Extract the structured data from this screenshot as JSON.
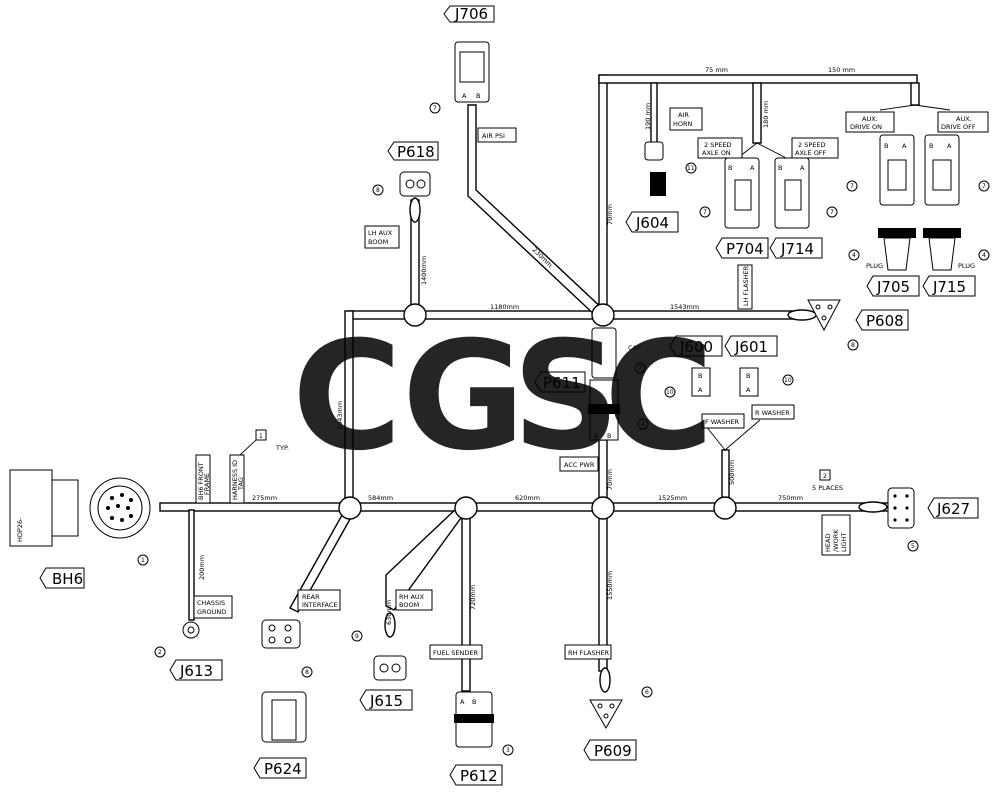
{
  "tags": {
    "J706": "J706",
    "P618": "P618",
    "J604": "J604",
    "P704": "P704",
    "J714": "J714",
    "J705": "J705",
    "J715": "J715",
    "P608": "P608",
    "J600": "J600",
    "J601": "J601",
    "P611": "P611",
    "J627": "J627",
    "BH6": "BH6",
    "J613": "J613",
    "P624": "P624",
    "J615": "J615",
    "P612": "P612",
    "P609": "P609"
  },
  "labels": {
    "air_pgi": "AIR PSI",
    "lh_aux_boom": [
      "LH AUX",
      "BOOM"
    ],
    "air_horn": [
      "AIR",
      "HORN"
    ],
    "two_speed_on": [
      "2 SPEED",
      "AXLE ON"
    ],
    "two_speed_off": [
      "2 SPEED",
      "AXLE OFF"
    ],
    "aux_drive_on": [
      "AUX.",
      "DRIVE ON"
    ],
    "aux_drive_off": [
      "AUX.",
      "DRIVE OFF"
    ],
    "plug_l": "PLUG",
    "plug_r": "PLUG",
    "lh_flasher": "LH FLASHER",
    "cap": "CAP",
    "f_washer": "F WASHER",
    "r_washer": "R WASHER",
    "acc_pwr": "ACC PWR",
    "typ": "TYP.",
    "bh6_front_frame": [
      "BH6 FRONT",
      "FRAME"
    ],
    "harness_id_tag": [
      "HARNESS ID",
      "TAG"
    ],
    "five_places": "5 PLACES",
    "head_work_light": [
      "HEAD",
      "/WORK",
      "LIGHT"
    ],
    "chassis_ground": [
      "CHASSIS",
      "GROUND"
    ],
    "rear_interface": [
      "REAR",
      "INTERFACE"
    ],
    "rh_aux_boom": [
      "RH AUX",
      "BOOM"
    ],
    "fuel_sender": "FUEL SENDER",
    "rh_flasher": "RH FLASHER",
    "bh6_part": "HDP26-"
  },
  "dims": {
    "d_75": "75 mm",
    "d_150": "150 mm",
    "d_190": "190 mm",
    "d_180": "180 mm",
    "d_230": "230mm",
    "d_70a": "70mm",
    "d_1400": "1400mm",
    "d_1180": "1180mm",
    "d_1543": "1543mm",
    "d_1043": "1043mm",
    "d_70b": "70mm",
    "d_500": "500mm",
    "d_275": "275mm",
    "d_584": "584mm",
    "d_620": "620mm",
    "d_1525": "1525mm",
    "d_750": "750mm",
    "d_200": "200mm",
    "d_630": "630mm",
    "d_720": "720mm",
    "d_1550": "1550mm"
  },
  "callouts": {
    "n7": "7",
    "n8": "8",
    "n11": "11",
    "n4": "4",
    "n10": "10",
    "n2": "2",
    "n1": "1",
    "n5": "5",
    "n3": "3",
    "n6": "6",
    "n9": "9",
    "box1": "1",
    "box2": "2"
  },
  "pins": {
    "A": "A",
    "B": "B"
  },
  "watermark": {
    "letters": [
      "C",
      "G",
      "S",
      "C"
    ],
    "colors": [
      "#4f8ff0",
      "#ef6f5e",
      "#f5c518",
      "#2ea86a"
    ]
  }
}
